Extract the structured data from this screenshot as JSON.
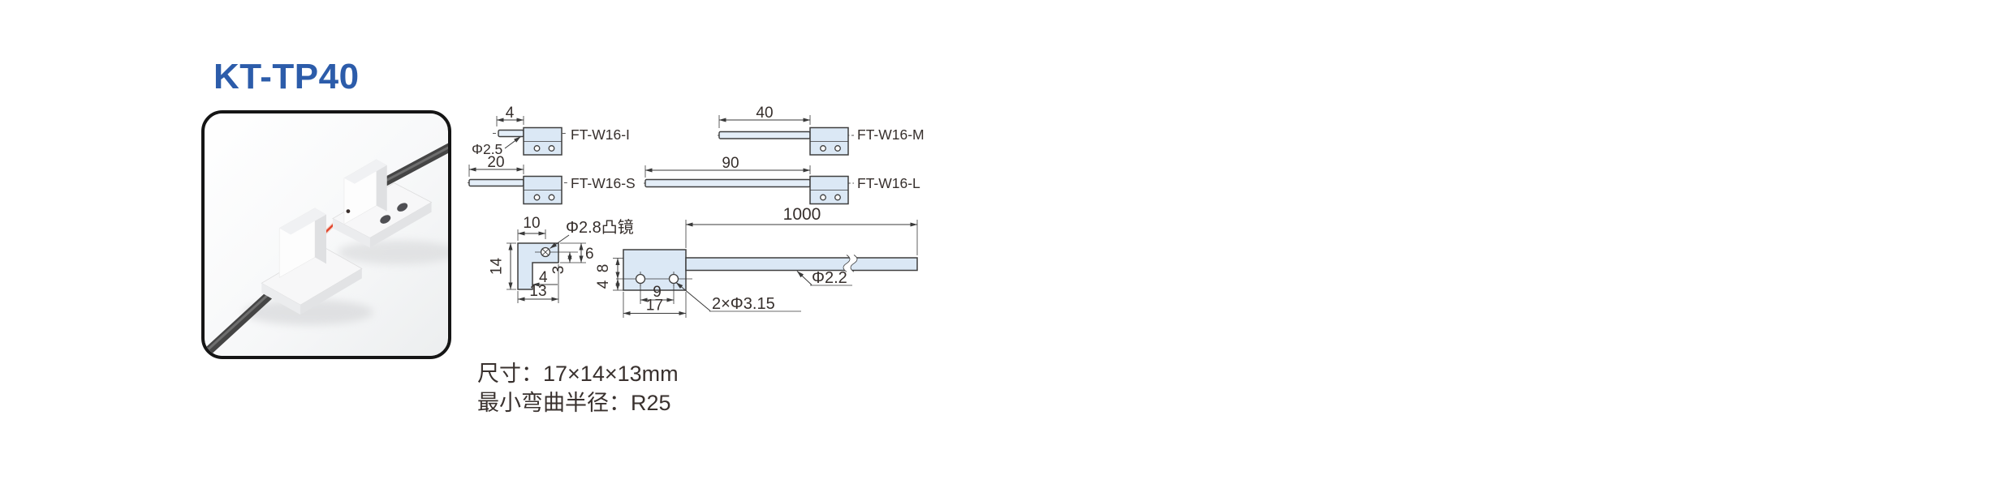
{
  "page": {
    "title": "KT-TP40"
  },
  "colors": {
    "title_blue": "#2c5caa",
    "drawing_part_fill": "#dbe8f5",
    "drawing_line": "#3a3a3a",
    "beam_red": "#e2442c",
    "cable_gray": "#454545"
  },
  "drawing": {
    "variants": [
      {
        "label": "FT-W16-I",
        "length": "4"
      },
      {
        "label": "FT-W16-M",
        "length": "40"
      },
      {
        "label": "FT-W16-S",
        "length": "20"
      },
      {
        "label": "FT-W16-L",
        "length": "90"
      }
    ],
    "tip_diameter": "Φ2.5",
    "end_view": {
      "lens_label": "Φ2.8凸镜",
      "top_width": "10",
      "height": "14",
      "lens_from_top": "6",
      "lens_inset": "3",
      "leg_width": "4",
      "total_width": "13"
    },
    "side_view": {
      "cable_length": "1000",
      "cable_diameter": "Φ2.2",
      "holes_label": "2×Φ3.15",
      "hole_spacing": "9",
      "body_width": "17",
      "hole_offset_top": "8",
      "hole_offset_bottom": "4"
    }
  },
  "specs": {
    "dimensions": "尺寸：17×14×13mm",
    "min_bend_radius": "最小弯曲半径：R25"
  }
}
